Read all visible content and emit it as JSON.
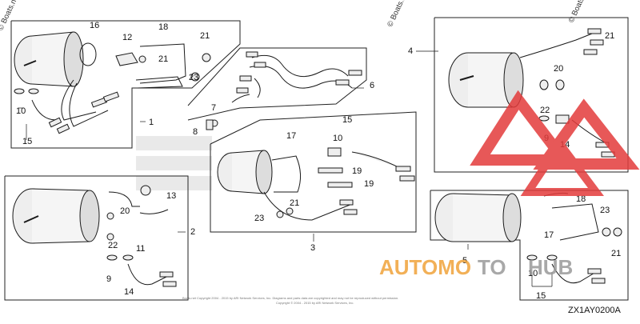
{
  "diagram": {
    "diagram_code": "ZX1AY0200A",
    "copyright": "© Boats.net",
    "watermark_side": "© Boats.net",
    "fine_print": [
      "Boats.net Copyright 2004 - 2015 by ARI Network Services, Inc. Diagrams and parts data are copyrighted and may not be reproduced without permission.",
      "Copyright © 2004 - 2015 by ARI Network Services, Inc."
    ],
    "watermark_brand": {
      "text_a": "AUTOMO",
      "text_b": "TO",
      "text_c": "HUB"
    },
    "callouts": {
      "c1": "1",
      "c2": "2",
      "c3": "3",
      "c4": "4",
      "c5": "5",
      "c6": "6",
      "c7": "7",
      "c8": "8",
      "c9a": "9",
      "c9b": "9",
      "c10a": "10",
      "c10b": "10",
      "c10c": "10",
      "c11": "11",
      "c12": "12",
      "c13": "13",
      "c14a": "14",
      "c14b": "14",
      "c15a": "15",
      "c15b": "15",
      "c15c": "15",
      "c16": "16",
      "c17a": "17",
      "c17b": "17",
      "c18a": "18",
      "c18b": "18",
      "c19a": "19",
      "c19b": "19",
      "c20a": "20",
      "c20b": "20",
      "c21a": "21",
      "c21b": "21",
      "c21c": "21",
      "c21d": "21",
      "c21e": "21",
      "c22a": "22",
      "c22b": "22",
      "c23a": "23",
      "c23b": "23",
      "c23c": "23"
    }
  },
  "colors": {
    "line": "#1a1a1a",
    "gauge_fill": "#eeeeee",
    "watermark_red": "#e33b3b",
    "watermark_orange": "#f0a33a",
    "watermark_gray": "#9a9a9a"
  }
}
